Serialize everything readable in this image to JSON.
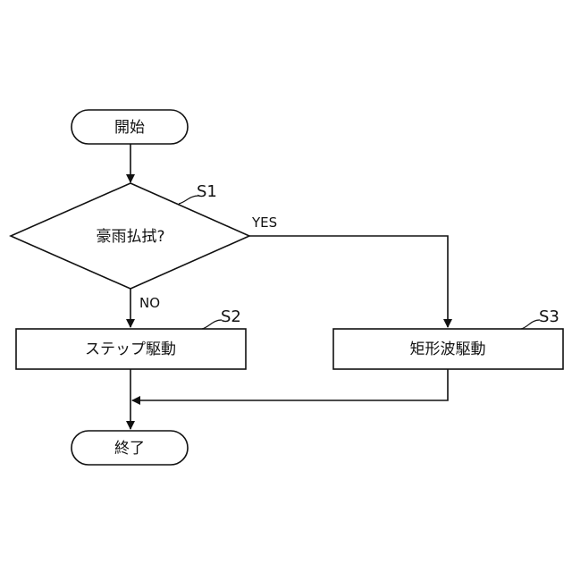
{
  "diagram": {
    "nodes": {
      "start": {
        "label": "開始"
      },
      "decision": {
        "label": "豪雨払拭?",
        "step": "S1"
      },
      "step_drive": {
        "label": "ステップ駆動",
        "step": "S2"
      },
      "square_drive": {
        "label": "矩形波駆動",
        "step": "S3"
      },
      "end": {
        "label": "終了"
      }
    },
    "edges": {
      "yes_label": "YES",
      "no_label": "NO"
    }
  }
}
